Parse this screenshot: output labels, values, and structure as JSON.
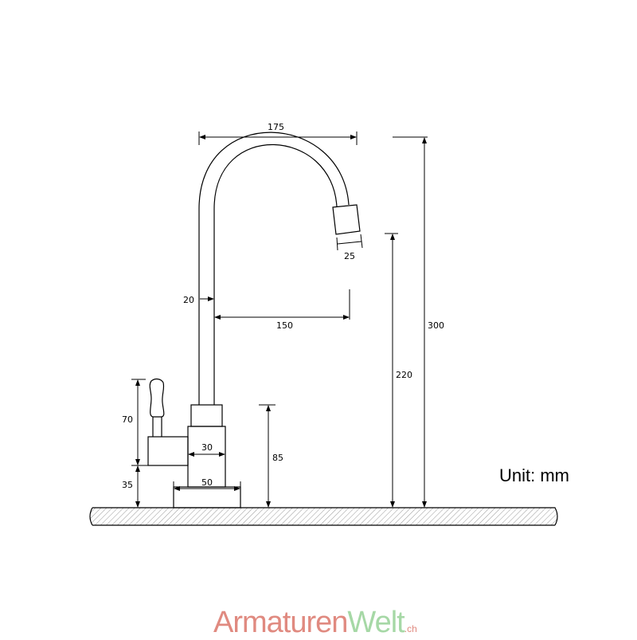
{
  "dimensions": {
    "spout_reach": "175",
    "aerator_width": "25",
    "pipe_diameter": "20",
    "pipe_to_outlet": "150",
    "total_height": "300",
    "outlet_height": "220",
    "body_height": "85",
    "handle_height": "70",
    "handle_base_height": "35",
    "body_width": "30",
    "base_width": "50"
  },
  "unit_label": "Unit: mm",
  "logo": {
    "part1": "Armaturen",
    "part2": "Welt",
    "suffix": ".ch",
    "color1": "#e08a80",
    "color2": "#a6d8a6"
  }
}
